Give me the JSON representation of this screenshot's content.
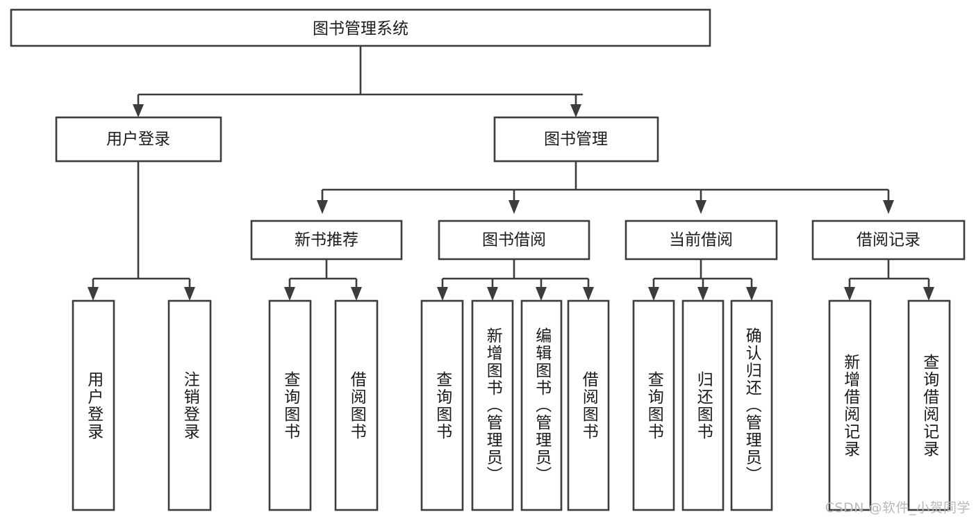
{
  "diagram": {
    "type": "tree-hierarchy",
    "title_node": {
      "id": "root",
      "label": "图书管理系统"
    },
    "level2": [
      {
        "id": "login",
        "label": "用户登录"
      },
      {
        "id": "bookmgmt",
        "label": "图书管理"
      }
    ],
    "level3": [
      {
        "id": "newbook",
        "label": "新书推荐",
        "parent": "bookmgmt"
      },
      {
        "id": "borrow",
        "label": "图书借阅",
        "parent": "bookmgmt"
      },
      {
        "id": "current",
        "label": "当前借阅",
        "parent": "bookmgmt"
      },
      {
        "id": "records",
        "label": "借阅记录",
        "parent": "bookmgmt"
      }
    ],
    "leaves": {
      "login": [
        "用户登录",
        "注销登录"
      ],
      "newbook": [
        "查询图书",
        "借阅图书"
      ],
      "borrow": [
        "查询图书",
        "新增图书（管理员）",
        "编辑图书（管理员）",
        "借阅图书"
      ],
      "current": [
        "查询图书",
        "归还图书",
        "确认归还（管理员）"
      ],
      "records": [
        "新增借阅记录",
        "查询借阅记录"
      ]
    },
    "colors": {
      "stroke": "#3c3c3c",
      "fill": "#ffffff",
      "text": "#1a1a1a",
      "background": "#ffffff",
      "watermark": "#b9b9b9"
    }
  },
  "watermark": {
    "text": "CSDN @软件_小贺同学"
  }
}
